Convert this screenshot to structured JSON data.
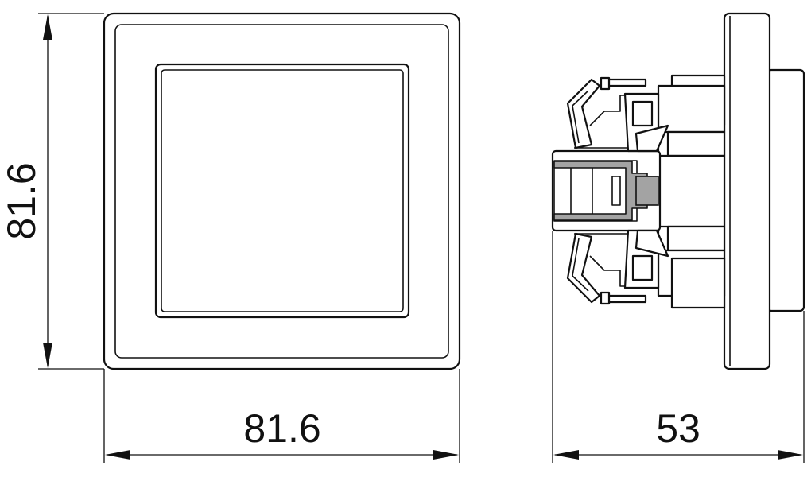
{
  "dimensions": {
    "front_height": "81.6",
    "front_width": "81.6",
    "side_depth": "53"
  },
  "colors": {
    "line": "#111111",
    "background": "#ffffff",
    "section_fill": "#a3a3a3"
  }
}
